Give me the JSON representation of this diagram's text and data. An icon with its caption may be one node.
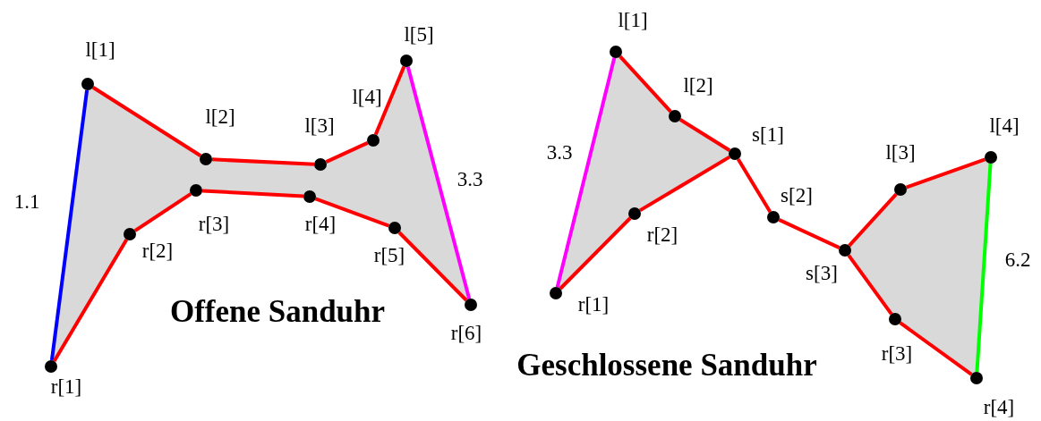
{
  "diagram": {
    "nodes": [
      {
        "text": [
          "l[1]"
        ]
      },
      {
        "text": [
          "l[2]"
        ]
      },
      {
        "text": [
          "l[3]"
        ]
      },
      {
        "text": [
          "l[4]"
        ]
      },
      {
        "text": [
          "l[5]"
        ]
      },
      {
        "text": [
          "r[1]"
        ]
      },
      {
        "text": [
          "r[2]"
        ]
      },
      {
        "text": [
          "r[3]"
        ]
      },
      {
        "text": [
          "r[4]"
        ]
      },
      {
        "text": [
          "r[5]"
        ]
      },
      {
        "text": [
          "r[6]"
        ]
      },
      {
        "text": [
          "l[1]"
        ]
      },
      {
        "text": [
          "l[2]"
        ]
      },
      {
        "text": [
          "s[1]"
        ]
      },
      {
        "text": [
          "s[2]"
        ]
      },
      {
        "text": [
          "s[3]"
        ]
      },
      {
        "text": [
          "l[3]"
        ]
      },
      {
        "text": [
          "l[4]"
        ]
      },
      {
        "text": [
          "r[1]"
        ]
      },
      {
        "text": [
          "r[2]"
        ]
      },
      {
        "text": [
          "r[3]"
        ]
      },
      {
        "text": [
          "r[4]"
        ]
      }
    ],
    "edges": [
      {
        "from": 0,
        "to": 5,
        "arrow": "none",
        "label": "1.1",
        "color": "#0000ff"
      },
      {
        "from": 0,
        "to": 1,
        "arrow": "none"
      },
      {
        "from": 1,
        "to": 2,
        "arrow": "none"
      },
      {
        "from": 2,
        "to": 3,
        "arrow": "none"
      },
      {
        "from": 3,
        "to": 4,
        "arrow": "none"
      },
      {
        "from": 4,
        "to": 10,
        "arrow": "none",
        "label": "3.3",
        "color": "#ff00ff"
      },
      {
        "from": 5,
        "to": 6,
        "arrow": "none"
      },
      {
        "from": 6,
        "to": 7,
        "arrow": "none"
      },
      {
        "from": 7,
        "to": 8,
        "arrow": "none"
      },
      {
        "from": 8,
        "to": 9,
        "arrow": "none"
      },
      {
        "from": 9,
        "to": 10,
        "arrow": "none"
      },
      {
        "from": 11,
        "to": 18,
        "arrow": "none",
        "label": "3.3",
        "color": "#ff00ff"
      },
      {
        "from": 11,
        "to": 12,
        "arrow": "none"
      },
      {
        "from": 12,
        "to": 13,
        "arrow": "none"
      },
      {
        "from": 18,
        "to": 19,
        "arrow": "none"
      },
      {
        "from": 19,
        "to": 13,
        "arrow": "none"
      },
      {
        "from": 13,
        "to": 14,
        "arrow": "none"
      },
      {
        "from": 14,
        "to": 15,
        "arrow": "none"
      },
      {
        "from": 15,
        "to": 16,
        "arrow": "none"
      },
      {
        "from": 16,
        "to": 17,
        "arrow": "none"
      },
      {
        "from": 17,
        "to": 21,
        "arrow": "none",
        "label": "6.2",
        "color": "#00ff00"
      },
      {
        "from": 15,
        "to": 20,
        "arrow": "none"
      },
      {
        "from": 20,
        "to": 21,
        "arrow": "none"
      }
    ],
    "labels": [
      "Offene Sanduhr",
      "Geschlossene Sanduhr"
    ]
  }
}
